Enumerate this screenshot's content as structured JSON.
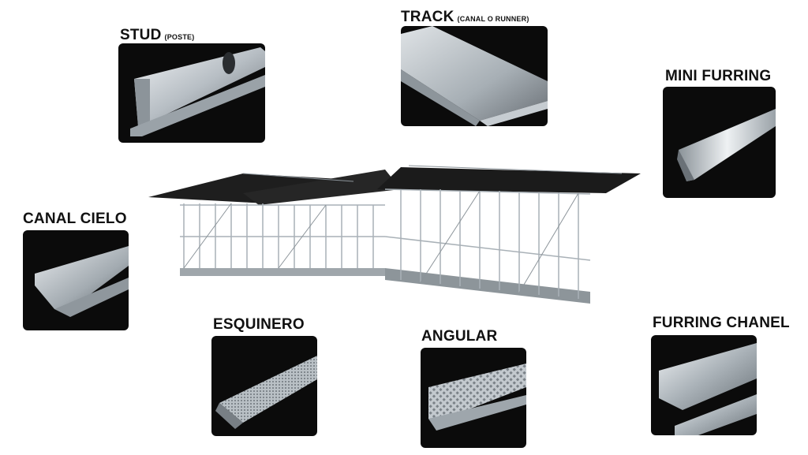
{
  "products": {
    "stud": {
      "title": "STUD",
      "subtitle": "(POSTE)"
    },
    "track": {
      "title": "TRACK",
      "subtitle": "(CANAL O RUNNER)"
    },
    "mini_furring": {
      "title": "MINI FURRING"
    },
    "canal_cielo": {
      "title": "CANAL CIELO"
    },
    "esquinero": {
      "title": "ESQUINERO"
    },
    "angular": {
      "title": "ANGULAR"
    },
    "furring_chanel": {
      "title": "FURRING CHANEL"
    }
  },
  "colors": {
    "tile_background": "#0b0b0b",
    "steel_light": "#e3e7ea",
    "steel_mid": "#a9b1b7",
    "steel_dark": "#5c6268",
    "roof": "#1e1e1e"
  },
  "center_image": "steel-frame-house-icon"
}
